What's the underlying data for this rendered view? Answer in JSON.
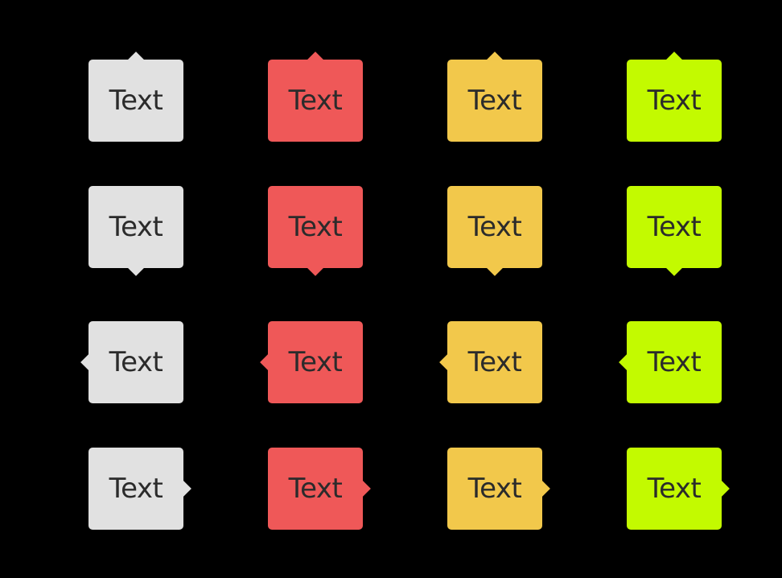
{
  "colors": {
    "background": "#000000",
    "gray": "#e1e1e1",
    "red": "#ef5858",
    "yellow": "#f2c84b",
    "lime": "#c3fa00",
    "text": "#2b2b2b"
  },
  "tooltips": [
    {
      "label": "Text",
      "variant": "gray",
      "pointer": "top"
    },
    {
      "label": "Text",
      "variant": "red",
      "pointer": "top"
    },
    {
      "label": "Text",
      "variant": "yellow",
      "pointer": "top"
    },
    {
      "label": "Text",
      "variant": "lime",
      "pointer": "top"
    },
    {
      "label": "Text",
      "variant": "gray",
      "pointer": "bottom"
    },
    {
      "label": "Text",
      "variant": "red",
      "pointer": "bottom"
    },
    {
      "label": "Text",
      "variant": "yellow",
      "pointer": "bottom"
    },
    {
      "label": "Text",
      "variant": "lime",
      "pointer": "bottom"
    },
    {
      "label": "Text",
      "variant": "gray",
      "pointer": "left"
    },
    {
      "label": "Text",
      "variant": "red",
      "pointer": "left"
    },
    {
      "label": "Text",
      "variant": "yellow",
      "pointer": "left"
    },
    {
      "label": "Text",
      "variant": "lime",
      "pointer": "left"
    },
    {
      "label": "Text",
      "variant": "gray",
      "pointer": "right"
    },
    {
      "label": "Text",
      "variant": "red",
      "pointer": "right"
    },
    {
      "label": "Text",
      "variant": "yellow",
      "pointer": "right"
    },
    {
      "label": "Text",
      "variant": "lime",
      "pointer": "right"
    }
  ]
}
